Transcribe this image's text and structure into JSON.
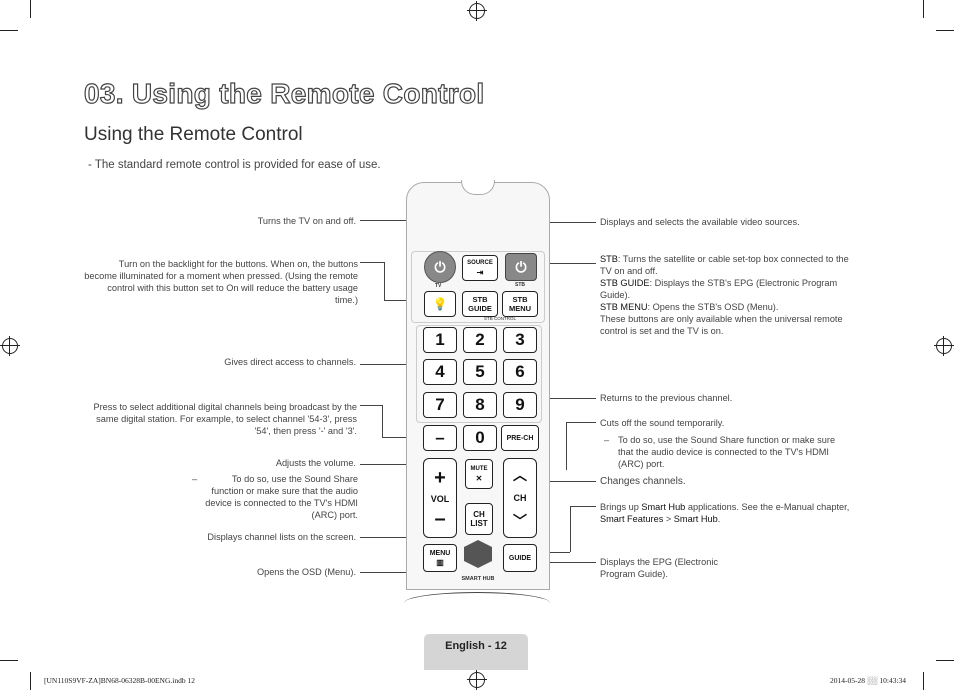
{
  "page": {
    "title": "03. Using the Remote Control",
    "subtitle": "Using the Remote Control",
    "intro": "- The standard remote control is provided for ease of use."
  },
  "annotations": {
    "power_tv": "Turns the TV on and off.",
    "backlight": "Turn on the backlight for the buttons. When on, the buttons become illuminated for a moment when pressed. (Using the remote control with this button set to On will reduce the battery usage time.)",
    "number_keys": "Gives direct access to channels.",
    "dash": "Press to select additional digital channels being broadcast by the same digital station. For example, to select channel '54-3', press '54', then press '-' and '3'.",
    "volume": "Adjusts the volume.",
    "volume_note": "To do so, use the Sound Share function or make sure that the audio device is connected to the TV's HDMI (ARC) port.",
    "ch_list": "Displays channel lists on the screen.",
    "menu": "Opens the OSD (Menu).",
    "source": "Displays and selects the available video sources.",
    "stb_label": "STB",
    "stb_text": ": Turns the satellite or cable set-top box connected to the TV on and off.",
    "stb_guide_label": "STB GUIDE",
    "stb_guide_text": ": Displays the STB's EPG (Electronic Program Guide).",
    "stb_menu_label": "STB MENU",
    "stb_menu_text": ": Opens the STB's OSD (Menu).",
    "stb_note": "These buttons are only available when the universal remote control is set and the TV is on.",
    "pre_ch": "Returns to the previous channel.",
    "mute": "Cuts off the sound temporarily.",
    "mute_note": "To do so, use the Sound Share function or make sure that the audio device is connected to the TV's HDMI (ARC) port.",
    "channel": "Changes channels.",
    "smart_hub_pre": "Brings up ",
    "smart_hub_label": "Smart Hub",
    "smart_hub_mid": " applications. See the e-Manual chapter, ",
    "smart_features": "Smart Features",
    "smart_hub_label2": "Smart Hub",
    "guide": "Displays the EPG (Electronic Program Guide)."
  },
  "remote": {
    "tv_label": "TV",
    "stb_small": "STB",
    "source": "SOURCE",
    "stb_guide": "STB GUIDE",
    "stb_menu": "STB MENU",
    "stb_control": "STB CONTROL",
    "keys": [
      "1",
      "2",
      "3",
      "4",
      "5",
      "6",
      "7",
      "8",
      "9",
      "0"
    ],
    "pre_ch": "PRE-CH",
    "mute": "MUTE",
    "vol": "VOL",
    "ch": "CH",
    "ch_list": "CH LIST",
    "menu": "MENU",
    "guide": "GUIDE",
    "smart_hub": "SMART HUB"
  },
  "footer": {
    "page_label": "English - 12",
    "file": "[UN110S9VF-ZA]BN68-06328B-00ENG.indb   12",
    "date": "2014-05-28   ░░ 10:43:34"
  }
}
